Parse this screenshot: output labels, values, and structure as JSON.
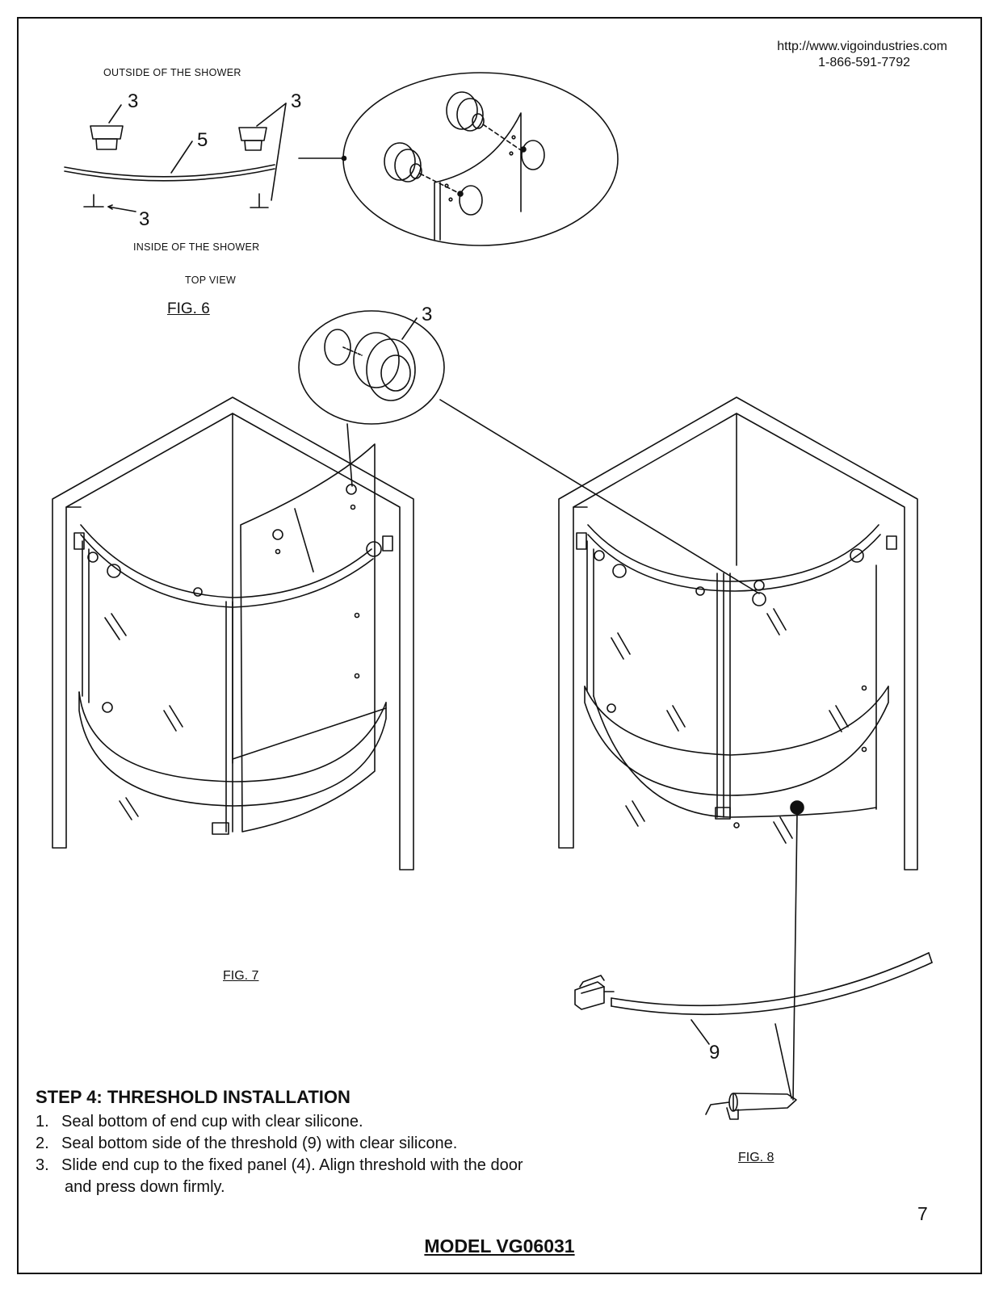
{
  "header": {
    "url": "http://www.vigoindustries.com",
    "phone": "1-866-591-7792"
  },
  "fig6": {
    "outside_label": "OUTSIDE OF THE SHOWER",
    "inside_label": "INSIDE OF THE SHOWER",
    "view_label": "TOP VIEW",
    "caption": "FIG. 6",
    "callouts": [
      "3",
      "3",
      "5",
      "3"
    ]
  },
  "fig7": {
    "callout": "3",
    "caption": "FIG. 7"
  },
  "fig8": {
    "callout": "9",
    "caption": "FIG. 8"
  },
  "step": {
    "title": "STEP 4: THRESHOLD INSTALLATION",
    "items": [
      {
        "num": "1.",
        "text": "Seal bottom of end cup with clear silicone."
      },
      {
        "num": "2.",
        "text": "Seal bottom side of the threshold (9) with clear silicone."
      },
      {
        "num": "3.",
        "text": "Slide end cup to the fixed panel (4). Align threshold with  the door",
        "cont": "and press down firmly."
      }
    ]
  },
  "page_number": "7",
  "model": "MODEL VG06031"
}
